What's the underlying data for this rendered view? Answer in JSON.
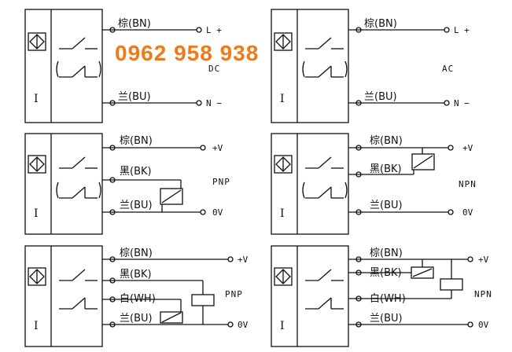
{
  "overlay_text": "0962 958 938",
  "panels": [
    {
      "id": "dc-2wire",
      "side_label": "DC",
      "wires": [
        {
          "label": "棕(BN)",
          "terminal": "L +"
        },
        {
          "label": "兰(BU)",
          "terminal": "N −"
        }
      ]
    },
    {
      "id": "ac-2wire",
      "side_label": "AC",
      "wires": [
        {
          "label": "棕(BN)",
          "terminal": "L +"
        },
        {
          "label": "兰(BU)",
          "terminal": "N −"
        }
      ]
    },
    {
      "id": "pnp-3wire",
      "side_label": "PNP",
      "wires": [
        {
          "label": "棕(BN)",
          "terminal": "+V"
        },
        {
          "label": "黑(BK)",
          "terminal": ""
        },
        {
          "label": "兰(BU)",
          "terminal": "0V"
        }
      ]
    },
    {
      "id": "npn-3wire",
      "side_label": "NPN",
      "wires": [
        {
          "label": "棕(BN)",
          "terminal": "+V"
        },
        {
          "label": "黑(BK)",
          "terminal": ""
        },
        {
          "label": "兰(BU)",
          "terminal": "0V"
        }
      ]
    },
    {
      "id": "pnp-4wire",
      "side_label": "PNP",
      "wires": [
        {
          "label": "棕(BN)",
          "terminal": "+V"
        },
        {
          "label": "黑(BK)",
          "terminal": ""
        },
        {
          "label": "白(WH)",
          "terminal": ""
        },
        {
          "label": "兰(BU)",
          "terminal": "0V"
        }
      ]
    },
    {
      "id": "npn-4wire",
      "side_label": "NPN",
      "wires": [
        {
          "label": "棕(BN)",
          "terminal": "+V"
        },
        {
          "label": "黑(BK)",
          "terminal": ""
        },
        {
          "label": "白(WH)",
          "terminal": ""
        },
        {
          "label": "兰(BU)",
          "terminal": "0V"
        }
      ]
    }
  ],
  "sensor_roman_label": "I",
  "colors": {
    "ink": "#111111",
    "overlay": "#f07a1a",
    "background": "#ffffff"
  }
}
